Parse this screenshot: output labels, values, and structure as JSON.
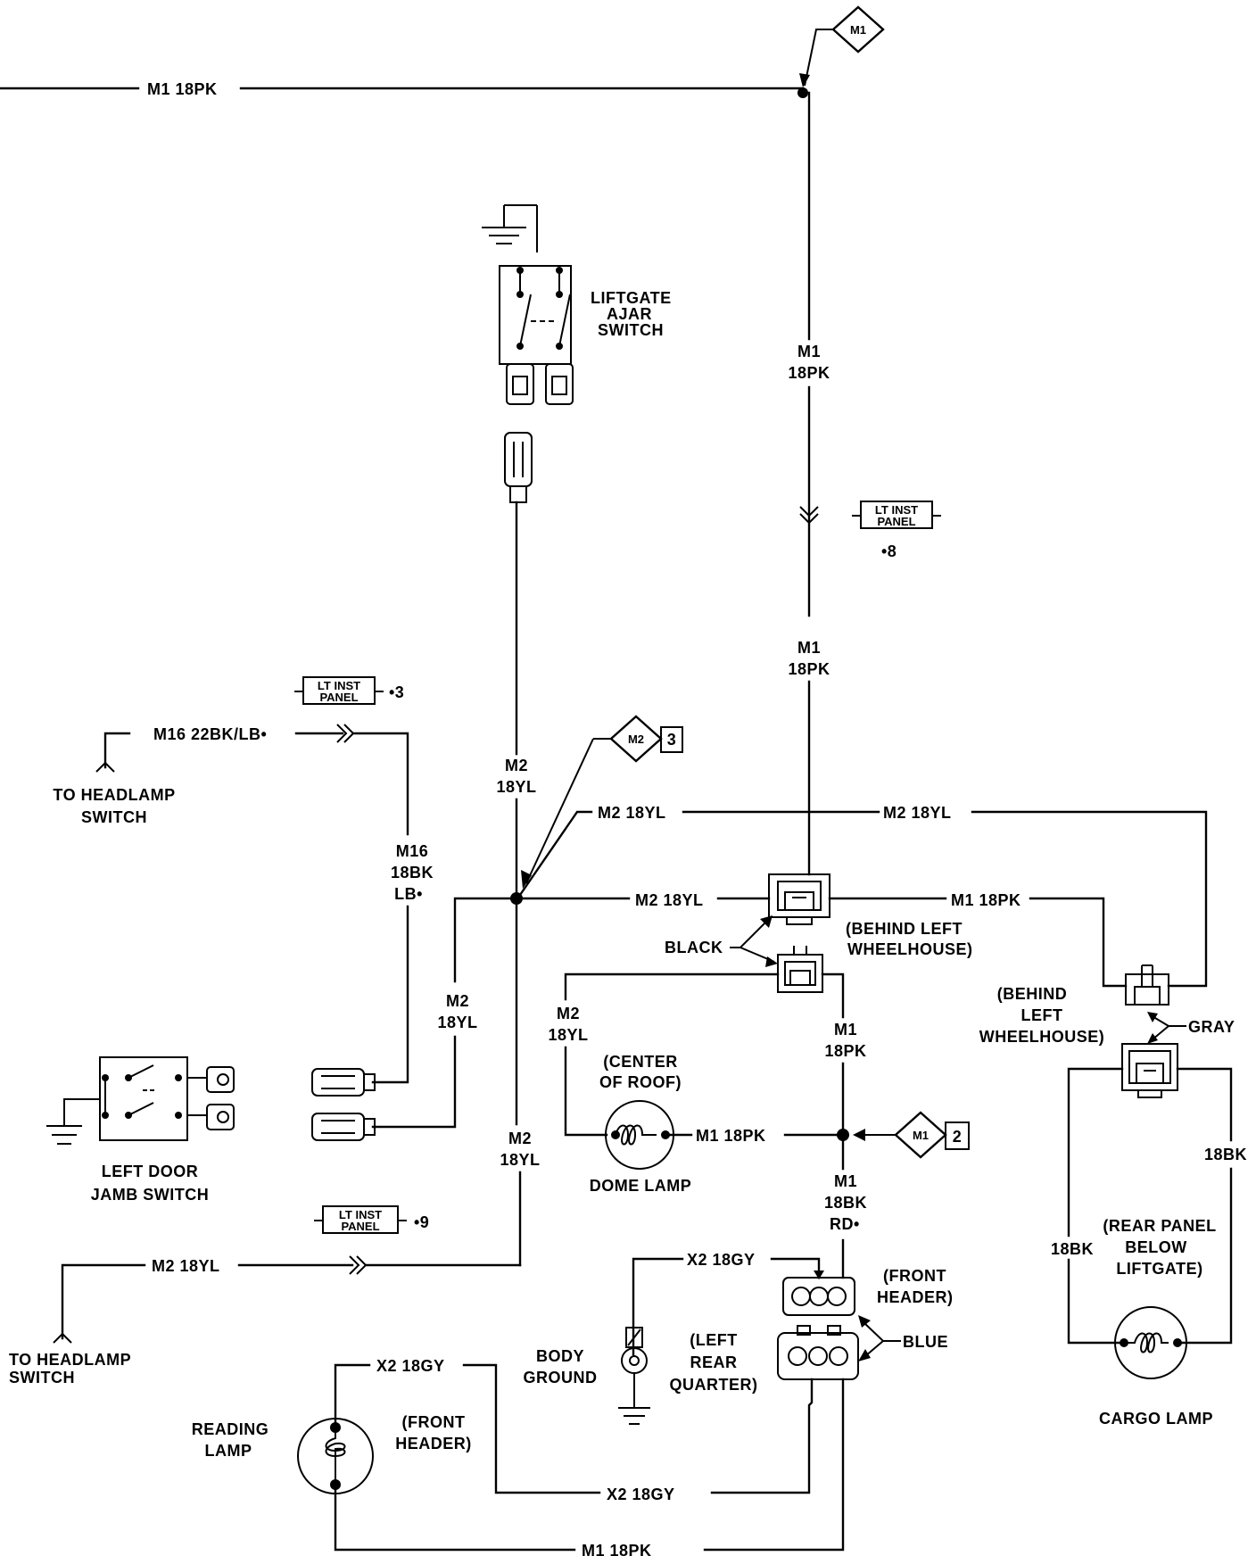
{
  "wires": {
    "m1_18pk": "M1 18PK",
    "m1": "M1",
    "18pk": "18PK",
    "m2_18yl": "M2 18YL",
    "m2": "M2",
    "18yl": "18YL",
    "m16_22bk_lb": "M16 22BK/LB•",
    "m16": "M16",
    "18bk": "18BK",
    "lb": "LB•",
    "x2_18gy": "X2 18GY",
    "rd": "RD•"
  },
  "markers": {
    "m1": "M1",
    "m1_num": "2",
    "m2": "M2",
    "m2_num": "3"
  },
  "connectors": {
    "lt_inst": "LT INST",
    "panel": "PANEL",
    "ref_8": "•8",
    "ref_3": "•3",
    "ref_9": "•9"
  },
  "components": {
    "liftgate_l1": "LIFTGATE",
    "liftgate_l2": "AJAR",
    "liftgate_l3": "SWITCH",
    "to_headlamp": "TO HEADLAMP",
    "switch": "SWITCH",
    "left_door_l1": "LEFT DOOR",
    "left_door_l2": "JAMB SWITCH",
    "black": "BLACK",
    "gray": "GRAY",
    "blue": "BLUE",
    "behind_left_l1": "(BEHIND LEFT",
    "behind_left_l2": "WHEELHOUSE)",
    "behind_r1": "(BEHIND",
    "behind_r2": "LEFT",
    "behind_r3": "WHEELHOUSE)",
    "center_roof_l1": "(CENTER",
    "center_roof_l2": "OF ROOF)",
    "dome_lamp": "DOME LAMP",
    "rear_panel_l1": "(REAR PANEL",
    "rear_panel_l2": "BELOW",
    "rear_panel_l3": "LIFTGATE)",
    "cargo_lamp": "CARGO LAMP",
    "front_header_l1": "(FRONT",
    "front_header_l2": "HEADER)",
    "left_rear_l1": "(LEFT",
    "left_rear_l2": "REAR",
    "left_rear_l3": "QUARTER)",
    "body_ground_l1": "BODY",
    "body_ground_l2": "GROUND",
    "reading_l1": "READING",
    "reading_l2": "LAMP"
  }
}
